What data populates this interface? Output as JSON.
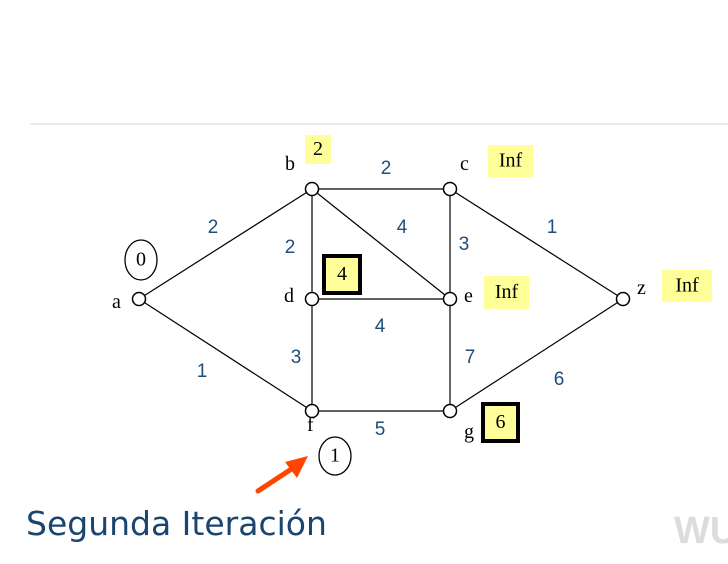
{
  "caption": "Segunda Iteración",
  "watermark": "WUO",
  "colors": {
    "highlight_fill": "#ffff99",
    "weight_text": "#1f4e79",
    "arrow": "#ff4500",
    "divider": "#d0dbe3"
  },
  "nodes": [
    {
      "id": "a",
      "label": "a"
    },
    {
      "id": "b",
      "label": "b"
    },
    {
      "id": "c",
      "label": "c"
    },
    {
      "id": "d",
      "label": "d"
    },
    {
      "id": "e",
      "label": "e"
    },
    {
      "id": "f",
      "label": "f"
    },
    {
      "id": "g",
      "label": "g"
    },
    {
      "id": "z",
      "label": "z"
    }
  ],
  "edges": [
    {
      "from": "a",
      "to": "b",
      "weight": "2"
    },
    {
      "from": "a",
      "to": "f",
      "weight": "1"
    },
    {
      "from": "b",
      "to": "c",
      "weight": "2"
    },
    {
      "from": "b",
      "to": "e",
      "weight": "4"
    },
    {
      "from": "b",
      "to": "d",
      "weight": "2"
    },
    {
      "from": "c",
      "to": "e",
      "weight": "3"
    },
    {
      "from": "c",
      "to": "z",
      "weight": "1"
    },
    {
      "from": "d",
      "to": "e",
      "weight": "4"
    },
    {
      "from": "d",
      "to": "f",
      "weight": "3"
    },
    {
      "from": "e",
      "to": "g",
      "weight": "7"
    },
    {
      "from": "f",
      "to": "g",
      "weight": "5"
    },
    {
      "from": "g",
      "to": "z",
      "weight": "6"
    }
  ],
  "distances": [
    {
      "node": "a",
      "value": "0",
      "style": "circled"
    },
    {
      "node": "b",
      "value": "2",
      "style": "highlight"
    },
    {
      "node": "c",
      "value": "Inf",
      "style": "highlight"
    },
    {
      "node": "d",
      "value": "4",
      "style": "boxed-highlight"
    },
    {
      "node": "e",
      "value": "Inf",
      "style": "highlight"
    },
    {
      "node": "f",
      "value": "1",
      "style": "circled"
    },
    {
      "node": "g",
      "value": "6",
      "style": "boxed-highlight"
    },
    {
      "node": "z",
      "value": "Inf",
      "style": "highlight"
    }
  ],
  "pointer": {
    "target": "f",
    "shape": "arrow"
  }
}
